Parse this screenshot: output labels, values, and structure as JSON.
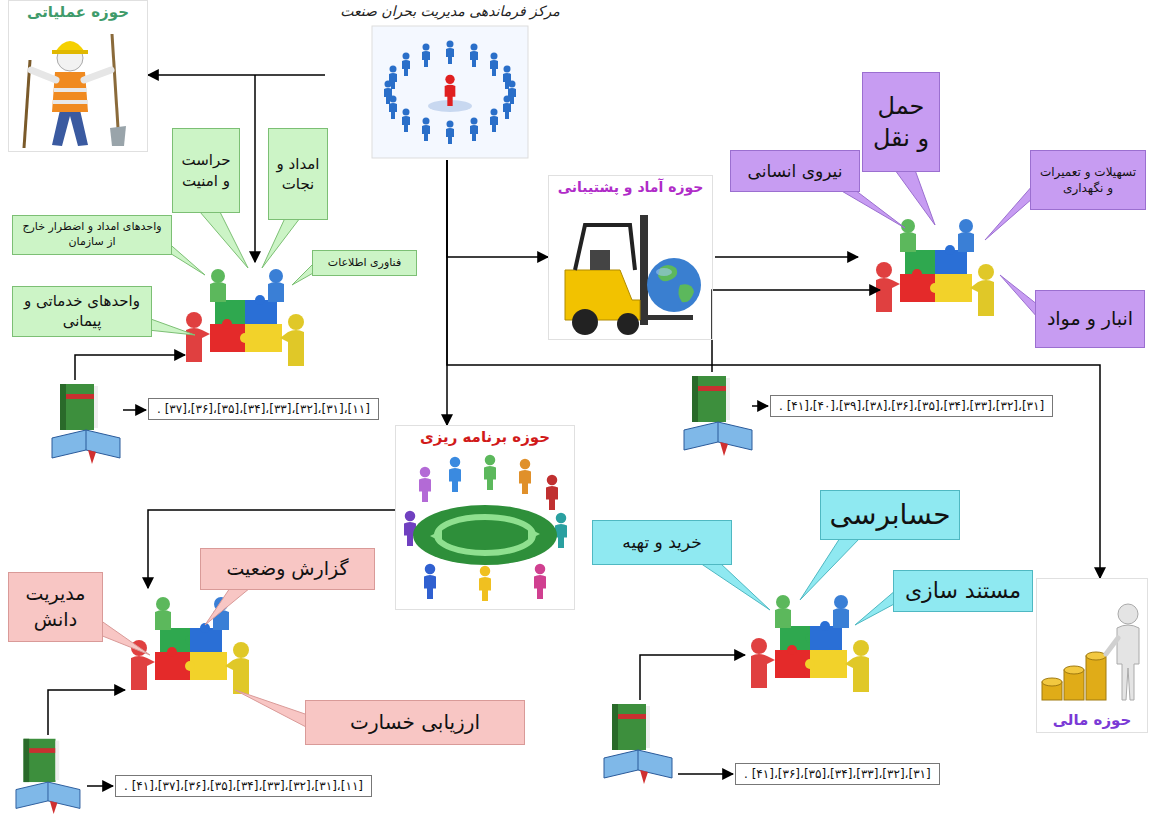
{
  "diagram": {
    "nodes": [
      {
        "text": [
          "مرکز فرماندهی مدیریت بحران صنعت"
        ]
      },
      {
        "text": [
          "حوزه عملیاتی"
        ]
      },
      {
        "text": [
          "حراست و امنیت"
        ]
      },
      {
        "text": [
          "امداد و نجات"
        ]
      },
      {
        "text": [
          "واحدهای امداد و اضطرار خارج از سازمان"
        ]
      },
      {
        "text": [
          "فناوری اطلاعات"
        ]
      },
      {
        "text": [
          "واحدهای خدماتی و پیمانی"
        ]
      },
      {
        "text": [
          "[۱۱]،[۳۱]،[۳۲]،[۳۳]،[۳۴]،[۳۵]،[۳۶]،[۳۷] ."
        ]
      },
      {
        "text": [
          "حوزه آماد و پشتیبانی"
        ]
      },
      {
        "text": [
          "حمل و نقل"
        ]
      },
      {
        "text": [
          "نیروی انسانی"
        ]
      },
      {
        "text": [
          "تسهیلات و تعمیرات و نگهداری"
        ]
      },
      {
        "text": [
          "انبار و مواد"
        ]
      },
      {
        "text": [
          "[۳۱]،[۳۲]،[۳۳]،[۳۴]،[۳۵]،[۳۶]،[۳۸]،[۳۹]،[۴۰]،[۴۱] ."
        ]
      },
      {
        "text": [
          "حوزه برنامه ریزی"
        ]
      },
      {
        "text": [
          "گزارش وضعیت"
        ]
      },
      {
        "text": [
          "مدیریت دانش"
        ]
      },
      {
        "text": [
          "ارزیابی خسارت"
        ]
      },
      {
        "text": [
          "[۱۱]،[۳۱]،[۳۲]،[۳۳]،[۳۴]،[۳۵]،[۳۶]،[۳۷]،[۴۱] ."
        ]
      },
      {
        "text": [
          "حسابرسی"
        ]
      },
      {
        "text": [
          "خرید و تهیه"
        ]
      },
      {
        "text": [
          "مستند سازی"
        ]
      },
      {
        "text": [
          "حوزه مالی"
        ]
      },
      {
        "text": [
          "[۳۱]،[۳۲]،[۳۳]،[۳۴]،[۳۵]،[۳۶]،[۴۱] ."
        ]
      }
    ],
    "edges": [
      {
        "from": 0,
        "to": 1,
        "arrow": "to"
      },
      {
        "from": 0,
        "to": 8,
        "arrow": "to"
      },
      {
        "from": 0,
        "to": 14,
        "arrow": "to"
      },
      {
        "from": 0,
        "to": 22,
        "arrow": "to"
      }
    ]
  }
}
